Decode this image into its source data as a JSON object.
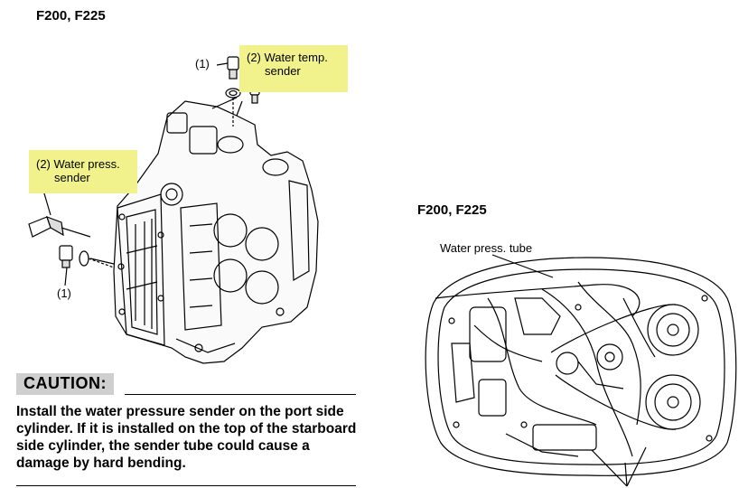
{
  "left_figure": {
    "heading": "F200, F225",
    "callouts": {
      "ref1_top": "(1)",
      "water_temp_sender_line1": "(2) Water temp.",
      "water_temp_sender_line2": "sender",
      "water_press_sender_line1": "(2) Water press.",
      "water_press_sender_line2": "sender",
      "ref1_bottom": "(1)"
    },
    "highlight_color": "#f2f28c"
  },
  "right_figure": {
    "heading": "F200, F225",
    "callouts": {
      "water_press_tube": "Water press. tube"
    }
  },
  "caution": {
    "title": "CAUTION:",
    "text": "Install the water pressure sender on the port side cylinder. If it is installed on the top of the starboard side cylinder, the sender tube could cause a damage by hard bending."
  }
}
